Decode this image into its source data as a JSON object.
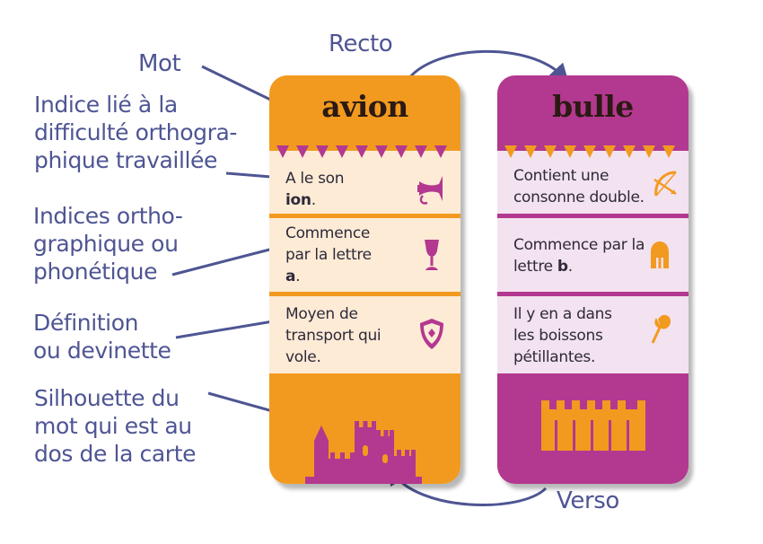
{
  "labels": {
    "mot": "Mot",
    "recto": "Recto",
    "verso": "Verso",
    "indice": [
      "Indice lié à la",
      "difficulté orthogra-",
      "phique travaillée"
    ],
    "indices": [
      "Indices ortho-",
      "graphique ou",
      "phonétique"
    ],
    "definition": [
      "Définition",
      "ou devinette"
    ],
    "silhouette": [
      "Silhouette du",
      "mot qui est au",
      "dos de la carte"
    ]
  },
  "cards": {
    "avion": {
      "word": "avion",
      "clue1": {
        "pre": "A le son",
        "bold": "ion",
        "post": "."
      },
      "clue2": {
        "pre": "Commence par la lettre",
        "bold": "a",
        "post": "."
      },
      "clue3": {
        "pre": "Moyen de transport qui vole.",
        "bold": "",
        "post": ""
      },
      "icons": [
        "trumpet-icon",
        "goblet-icon",
        "shield-icon",
        "castle-silhouette"
      ]
    },
    "bulle": {
      "word": "bulle",
      "clue1": {
        "pre": "Contient une consonne double.",
        "bold": "",
        "post": ""
      },
      "clue2": {
        "pre": "Commence par la lettre",
        "bold": "b",
        "post": "."
      },
      "clue3": {
        "pre": "Il y en a dans les boissons pétillantes.",
        "bold": "",
        "post": ""
      },
      "icons": [
        "bow-arrow-icon",
        "helmet-icon",
        "axe-icon",
        "wall-silhouette"
      ]
    }
  },
  "colors": {
    "label": "#4e5593",
    "orange": "#f29a1f",
    "orange_light": "#fdebd6",
    "magenta": "#b3388f",
    "magenta_light": "#f3e2ef"
  }
}
